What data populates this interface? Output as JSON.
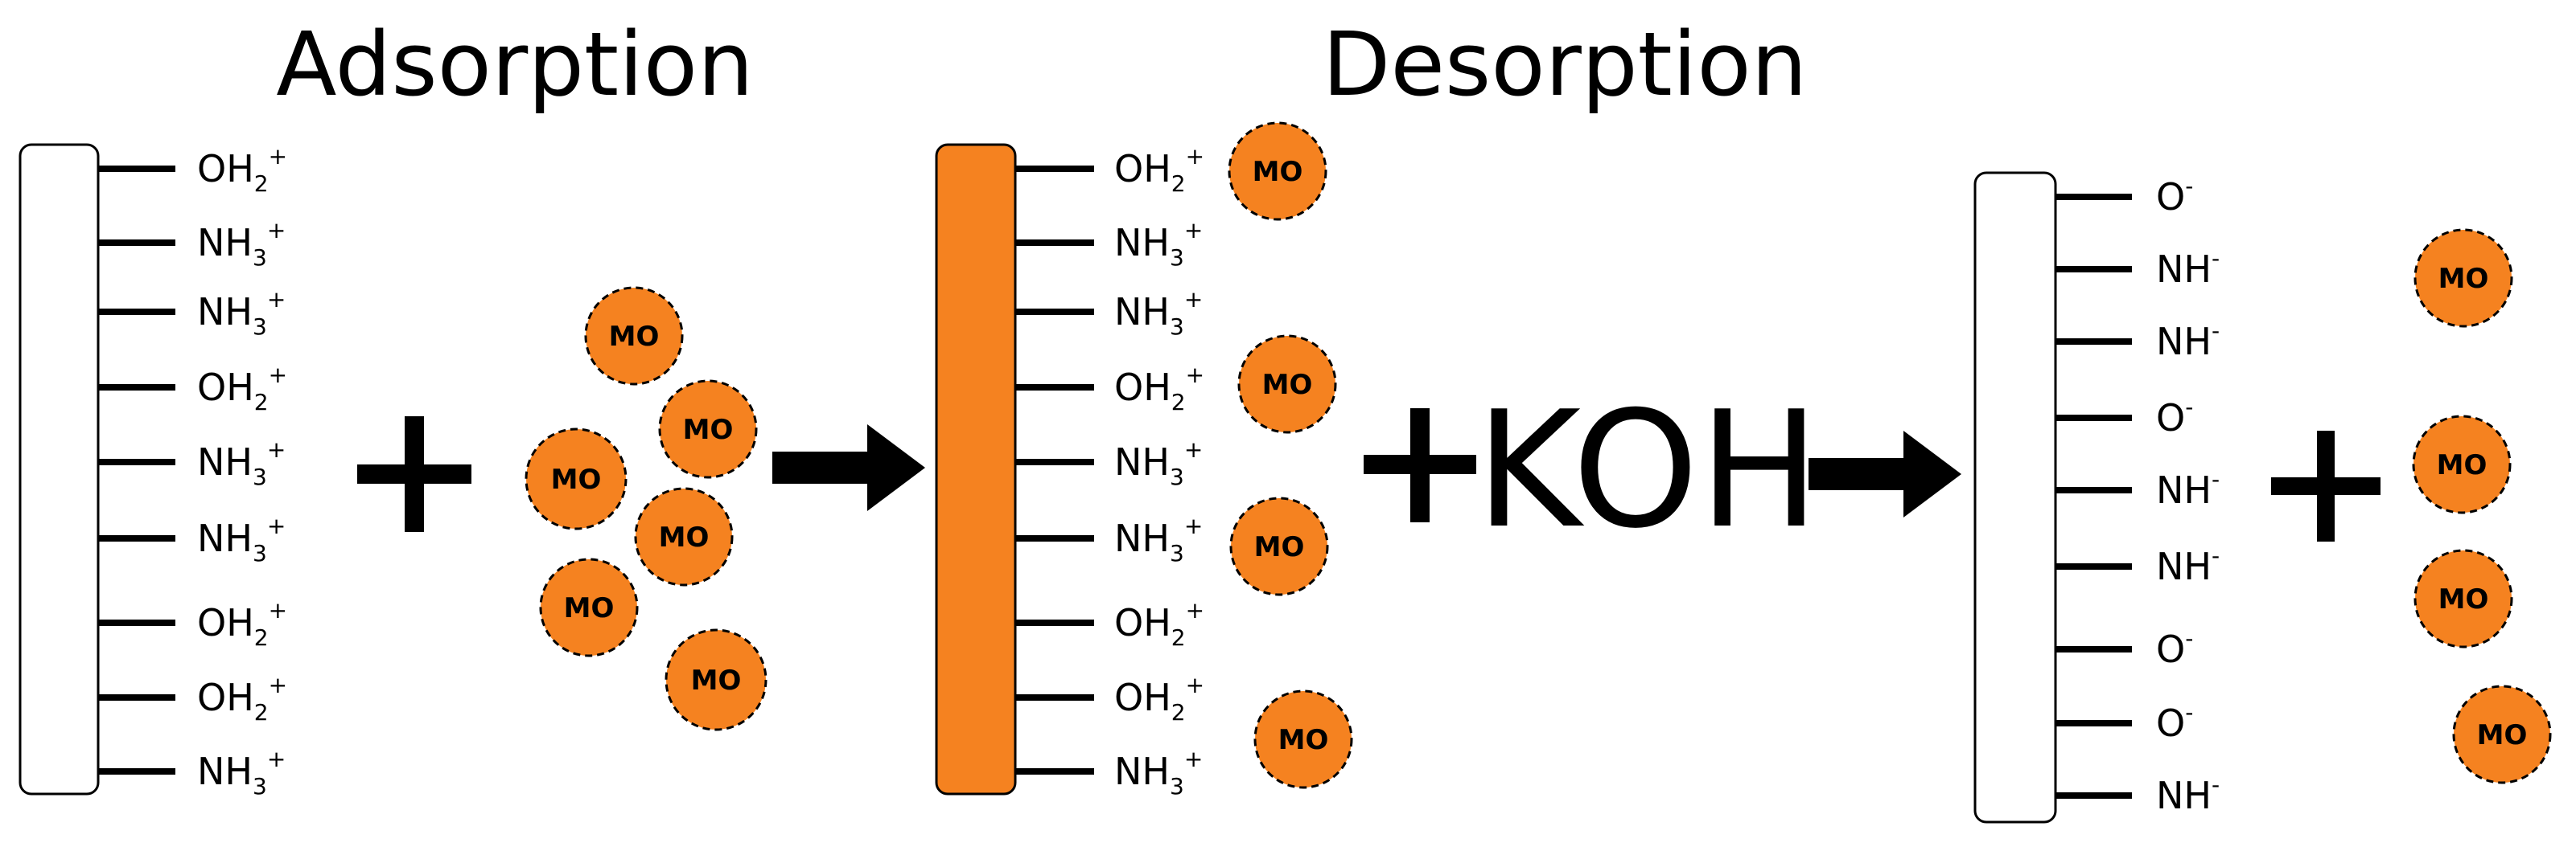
{
  "titles": {
    "adsorption": "Adsorption",
    "desorption": "Desorption"
  },
  "reagent": "KOH",
  "molecule_label": "MO",
  "colors": {
    "adsorbed_fill": "#F58220",
    "plain_fill": "#ffffff",
    "mo_fill": "#F58220",
    "outline": "#000000"
  },
  "surface_1": {
    "state": "fresh",
    "groups": [
      {
        "base": "OH",
        "sub": "2",
        "charge": "+"
      },
      {
        "base": "NH",
        "sub": "3",
        "charge": "+"
      },
      {
        "base": "NH",
        "sub": "3",
        "charge": "+"
      },
      {
        "base": "OH",
        "sub": "2",
        "charge": "+"
      },
      {
        "base": "NH",
        "sub": "3",
        "charge": "+"
      },
      {
        "base": "NH",
        "sub": "3",
        "charge": "+"
      },
      {
        "base": "OH",
        "sub": "2",
        "charge": "+"
      },
      {
        "base": "OH",
        "sub": "2",
        "charge": "+"
      },
      {
        "base": "NH",
        "sub": "3",
        "charge": "+"
      }
    ]
  },
  "surface_2": {
    "state": "loaded",
    "groups": [
      {
        "base": "OH",
        "sub": "2",
        "charge": "+"
      },
      {
        "base": "NH",
        "sub": "3",
        "charge": "+"
      },
      {
        "base": "NH",
        "sub": "3",
        "charge": "+"
      },
      {
        "base": "OH",
        "sub": "2",
        "charge": "+"
      },
      {
        "base": "NH",
        "sub": "3",
        "charge": "+"
      },
      {
        "base": "NH",
        "sub": "3",
        "charge": "+"
      },
      {
        "base": "OH",
        "sub": "2",
        "charge": "+"
      },
      {
        "base": "OH",
        "sub": "2",
        "charge": "+"
      },
      {
        "base": "NH",
        "sub": "3",
        "charge": "+"
      }
    ]
  },
  "surface_3": {
    "state": "regenerated",
    "groups": [
      {
        "base": "O",
        "sub": "",
        "charge": "-"
      },
      {
        "base": "NH",
        "sub": "",
        "charge": "-"
      },
      {
        "base": "NH",
        "sub": "",
        "charge": "-"
      },
      {
        "base": "O",
        "sub": "",
        "charge": "-"
      },
      {
        "base": "NH",
        "sub": "",
        "charge": "-"
      },
      {
        "base": "NH",
        "sub": "",
        "charge": "-"
      },
      {
        "base": "O",
        "sub": "",
        "charge": "-"
      },
      {
        "base": "O",
        "sub": "",
        "charge": "-"
      },
      {
        "base": "NH",
        "sub": "",
        "charge": "-"
      }
    ]
  },
  "free_mo_count_before": 6,
  "adsorbed_mo_count": 4,
  "free_mo_count_after": 4
}
